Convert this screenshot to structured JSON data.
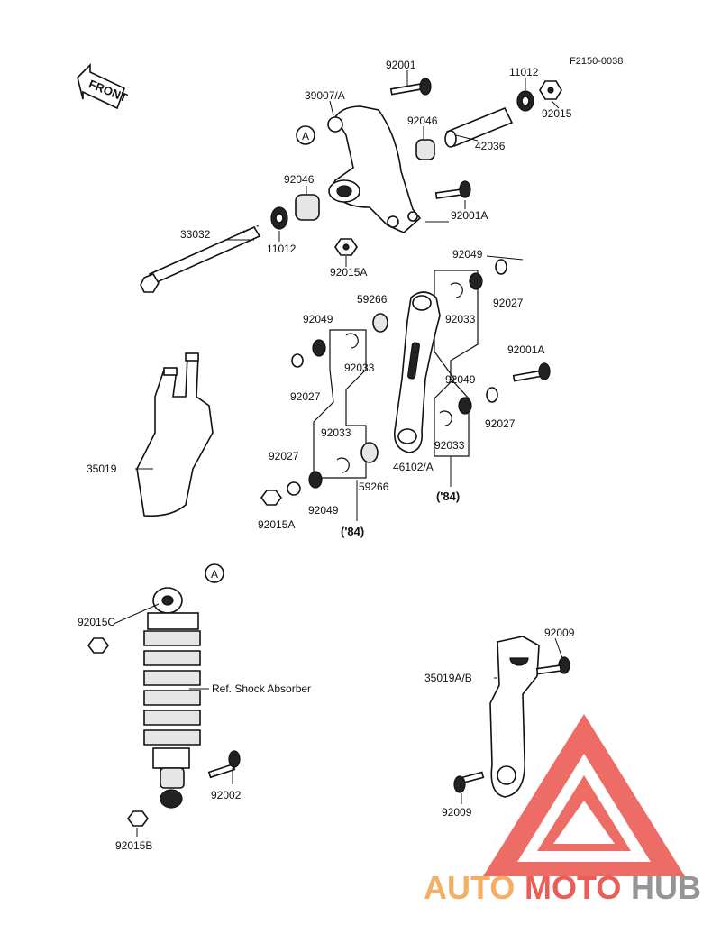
{
  "diagram_code": "F2150-0038",
  "front_label": "FRONT",
  "ref_marker": "A",
  "year_note": "('84)",
  "shock_ref": "Ref. Shock Absorber",
  "parts": {
    "p92001_top": "92001",
    "p39007": "39007/A",
    "p11012_top": "11012",
    "p92015_top": "92015",
    "p92046_a": "92046",
    "p42036": "42036",
    "p92046_b": "92046",
    "p92001a_1": "92001A",
    "p33032": "33032",
    "p11012_bot": "11012",
    "p92015a_1": "92015A",
    "p92049_r": "92049",
    "p92027_r": "92027",
    "p59266_top": "59266",
    "p92033_rt": "92033",
    "p92049_l": "92049",
    "p92033_lt": "92033",
    "p92001a_2": "92001A",
    "p92027_l": "92027",
    "p92049_rm": "92049",
    "p92027_rm": "92027",
    "p35019": "35019",
    "p92033_lb": "92033",
    "p46102": "46102/A",
    "p92033_rb": "92033",
    "p92027_lb": "92027",
    "p59266_bot": "59266",
    "p92049_lb": "92049",
    "p92015a_2": "92015A",
    "p92015c": "92015C",
    "p92009_top": "92009",
    "p35019ab": "35019A/B",
    "p92002": "92002",
    "p92009_bot": "92009",
    "p92015b": "92015B"
  },
  "watermark": {
    "part1": "AUTO",
    "part2": "MOTO",
    "part3": "HUB",
    "color_red": "#e8433a",
    "color_orange": "#f4a04a",
    "color_gray": "#8a8a8a"
  }
}
